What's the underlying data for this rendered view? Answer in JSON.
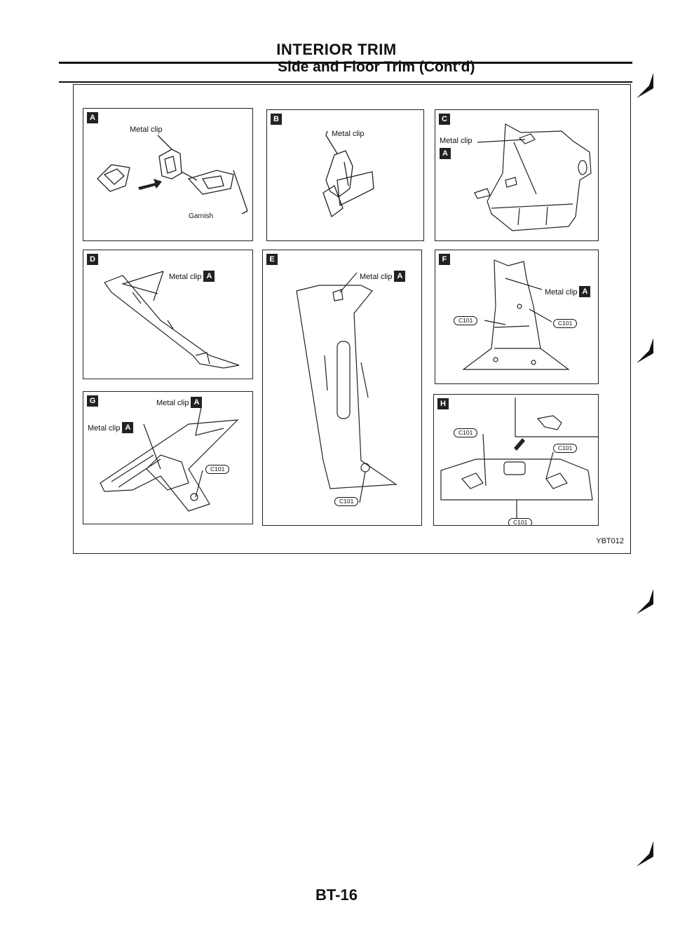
{
  "header": {
    "section_title": "INTERIOR TRIM",
    "subtitle": "Side and Floor Trim (Cont'd)"
  },
  "panels": {
    "a": {
      "badge": "A",
      "metal_clip": "Metal clip",
      "garnish": "Garnish"
    },
    "b": {
      "badge": "B",
      "metal_clip": "Metal clip"
    },
    "c": {
      "badge": "C",
      "metal_clip": "Metal clip",
      "ref": "A"
    },
    "d": {
      "badge": "D",
      "metal_clip": "Metal clip",
      "ref": "A"
    },
    "e": {
      "badge": "E",
      "metal_clip": "Metal clip",
      "ref": "A",
      "clip_code": "C101"
    },
    "f": {
      "badge": "F",
      "metal_clip": "Metal clip",
      "ref": "A",
      "clip_code_left": "C101",
      "clip_code_right": "C101"
    },
    "g": {
      "badge": "G",
      "metal_clip_top": "Metal clip",
      "ref_top": "A",
      "metal_clip_left": "Metal clip",
      "ref_left": "A",
      "clip_code": "C101"
    },
    "h": {
      "badge": "H",
      "clip_code_left": "C101",
      "clip_code_right": "C101",
      "clip_code_bottom": "C101"
    }
  },
  "figure_code": "YBT012",
  "page_number": "BT-16"
}
